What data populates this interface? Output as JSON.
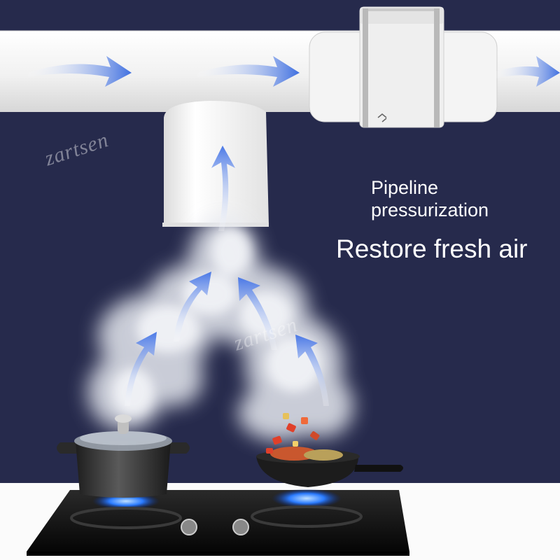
{
  "headline": {
    "line1": "Pipeline",
    "line2": "pressurization",
    "line3": "Restore fresh air"
  },
  "watermark": "zartsen",
  "colors": {
    "background": "#262a4c",
    "pipe": "#f2f2f2",
    "arrow": "#4f7fe8",
    "steam": "#e9ecf2",
    "flame": "#1f66ff",
    "stovetop": "#121212",
    "food_red": "#e0402a"
  },
  "icons": [
    "airflow-arrow-icon",
    "fan-icon",
    "pot-icon",
    "wok-icon",
    "burner-flame-icon",
    "stove-knob-icon"
  ]
}
